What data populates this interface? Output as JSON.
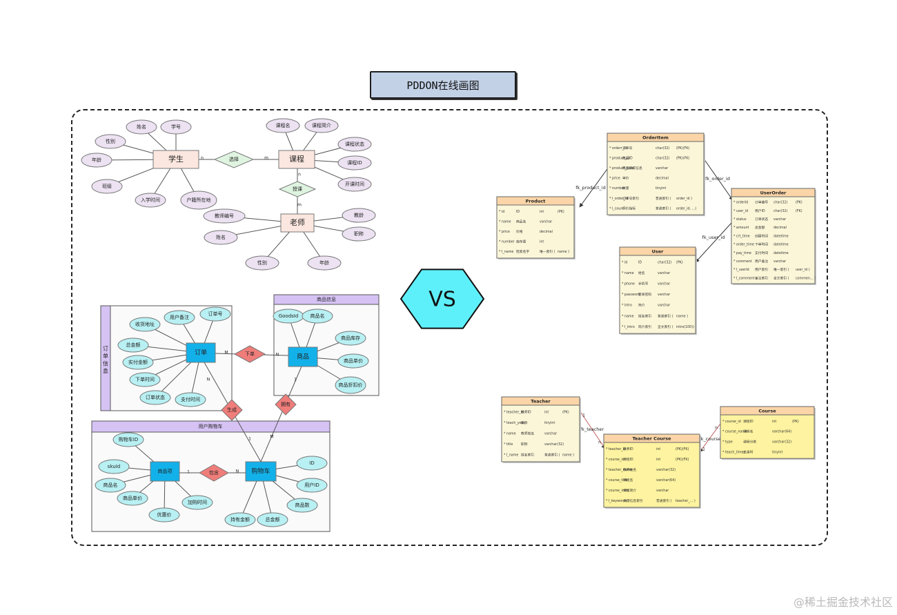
{
  "title": "PDDON在线画图",
  "vs_label": "VS",
  "watermark": "@稀土掘金技术社区",
  "er1": {
    "entities": {
      "student": "学生",
      "course": "课程",
      "teacher": "老师"
    },
    "relations": {
      "choose": "选择",
      "teach": "授课"
    },
    "student_attrs": [
      "姓名",
      "学号",
      "性别",
      "年龄",
      "班级",
      "入学时间",
      "户籍所在地"
    ],
    "course_attrs": [
      "课程名",
      "课程简介",
      "课程状态",
      "课程ID",
      "开课时间"
    ],
    "teacher_attrs": [
      "教师编号",
      "姓名",
      "性别",
      "年龄",
      "教龄",
      "职称"
    ],
    "cardinality": {
      "a": "n",
      "b": "m",
      "c": "n",
      "d": "m"
    }
  },
  "er2": {
    "group_order": "订单信息",
    "group_goods": "商品信息",
    "group_cart": "用户购物车",
    "entities": {
      "order": "订单",
      "goods": "商品",
      "cart_item": "商品项",
      "cart": "购物车"
    },
    "relations": {
      "place": "下单",
      "contain": "包含",
      "generate": "生成",
      "own": "拥有"
    },
    "order_attrs": [
      "收货地址",
      "用户备注",
      "订单号",
      "总金额",
      "实付金额",
      "下单时间",
      "订单状态",
      "支付时间"
    ],
    "goods_attrs": [
      "GoodsId",
      "商品名",
      "商品库存",
      "商品单价",
      "商品折扣价"
    ],
    "cart_item_attrs": [
      "购物车ID",
      "skuId",
      "商品名",
      "商品单价",
      "优惠价",
      "加购时间"
    ],
    "cart_attrs": [
      "ID",
      "用户ID",
      "商品数",
      "持有金额",
      "总金额"
    ],
    "cardinality": {
      "a": "M",
      "b": "N",
      "c": "N",
      "d": "1",
      "e": "1",
      "f": "M",
      "g": "1",
      "h": "N"
    }
  },
  "tables": [
    {
      "name": "OrderItem",
      "rows": [
        [
          "* orderr_id",
          "订单号",
          "char(32)",
          "(PK)(FK)"
        ],
        [
          "* product_id",
          "商品ID",
          "char(32)",
          "(PK)(FK)"
        ],
        [
          "* product_data",
          "商品快照信息",
          "varchar",
          ""
        ],
        [
          "* price",
          "单价",
          "decimal",
          ""
        ],
        [
          "* number",
          "数量",
          "tinyint",
          ""
        ],
        [
          "* I_order_id",
          "订单号索引",
          "普通索引 (",
          "order_id )"
        ],
        [
          "* I_count",
          "评价指标",
          "普通索引 (",
          "order_id, ...)"
        ]
      ]
    },
    {
      "name": "Product",
      "rows": [
        [
          "* id",
          "ID",
          "int",
          "(PK)"
        ],
        [
          "* name",
          "商品名",
          "varchar",
          ""
        ],
        [
          "* price",
          "价格",
          "decimal",
          ""
        ],
        [
          "* number",
          "库存量",
          "int",
          ""
        ],
        [
          "* I_name",
          "检索名字",
          "唯一索引 (",
          "name )"
        ]
      ]
    },
    {
      "name": "UserOrder",
      "rows": [
        [
          "* orderId",
          "订单编号",
          "char(32)",
          "(PK)"
        ],
        [
          "* user_id",
          "用户ID",
          "char(32)",
          "(FK)"
        ],
        [
          "* status",
          "订单状态",
          "varchar",
          ""
        ],
        [
          "* amount",
          "总金额",
          "decimal",
          ""
        ],
        [
          "* crt_time",
          "创建时间",
          "datetime",
          ""
        ],
        [
          "* order_time",
          "下单时间",
          "datetime",
          ""
        ],
        [
          "* pay_time",
          "支付时间",
          "datetime",
          ""
        ],
        [
          "* comment",
          "用户备注",
          "varchar",
          ""
        ],
        [
          "* I_userId",
          "用户索引",
          "唯一索引 (",
          "user_id )"
        ],
        [
          "* I_comment",
          "备注索引",
          "全文索引 (",
          "commen... )"
        ]
      ]
    },
    {
      "name": "User",
      "rows": [
        [
          "* id",
          "ID",
          "char(32)",
          "(PK)"
        ],
        [
          "* name",
          "姓名",
          "varchar",
          ""
        ],
        [
          "* phone",
          "手机号",
          "varchar",
          ""
        ],
        [
          "* password",
          "登录密码",
          "varchar",
          ""
        ],
        [
          "* intro",
          "简介",
          "varchar",
          ""
        ],
        [
          "* name",
          "姓名索引",
          "普通索引 (",
          "name )"
        ],
        [
          "* I_intro",
          "简介索引",
          "全文索引 (",
          "intro(100))"
        ]
      ]
    },
    {
      "name": "Teacher",
      "rows": [
        [
          "* teacher_id",
          "教师ID",
          "int",
          "(PK)"
        ],
        [
          "* teach_year",
          "教龄",
          "tinyint",
          ""
        ],
        [
          "* name",
          "教师姓名",
          "varchar",
          ""
        ],
        [
          "* title",
          "职称",
          "varchar(32)",
          ""
        ],
        [
          "* I_name",
          "姓名索引",
          "普通索引 (",
          "name )"
        ]
      ]
    },
    {
      "name": "Teacher Course",
      "rows": [
        [
          "* teacher_id",
          "教师ID",
          "int",
          "(PK)(FK)"
        ],
        [
          "* course_id",
          "课程ID",
          "int",
          "(PK)(FK)"
        ],
        [
          "* teacher_name",
          "教师姓名",
          "varchar(32)",
          ""
        ],
        [
          "* course_title",
          "课程名",
          "varchar(64)",
          ""
        ],
        [
          "* course_intro",
          "课程简介",
          "varchar",
          ""
        ],
        [
          "* I_keywords",
          "关键信息索引",
          "普通索引 (",
          "teacher_... )"
        ]
      ]
    },
    {
      "name": "Course",
      "rows": [
        [
          "* course_id",
          "课程ID",
          "int",
          "(PK)"
        ],
        [
          "* course_name",
          "课程名",
          "varchar(64)",
          ""
        ],
        [
          "* type",
          "课程分类",
          "varchar(32)",
          ""
        ],
        [
          "* teach_times",
          "总课时",
          "tinyint",
          ""
        ]
      ]
    }
  ],
  "fk_labels": [
    "fk_product_id",
    "fk_order_id",
    "fk_user_id",
    "fk_teacher",
    "fk_course"
  ],
  "fk_cardinality": [
    "1",
    "n",
    "n",
    "1"
  ],
  "colors": {
    "title_bg": "#c2d1e6",
    "ellipse1": "#ece2f2",
    "entity1": "#fbe7df",
    "relation1": "#dff4e0",
    "ellipse2": "#b8f0f3",
    "entity2": "#13b1ea",
    "relation2": "#ef7d7a",
    "group_header": "#d6c3f4",
    "table_header": "#fbd5a8",
    "table_body1": "#fbf6d8",
    "table_body2": "#fdf3a0",
    "hexagon": "#5ef0fa"
  }
}
